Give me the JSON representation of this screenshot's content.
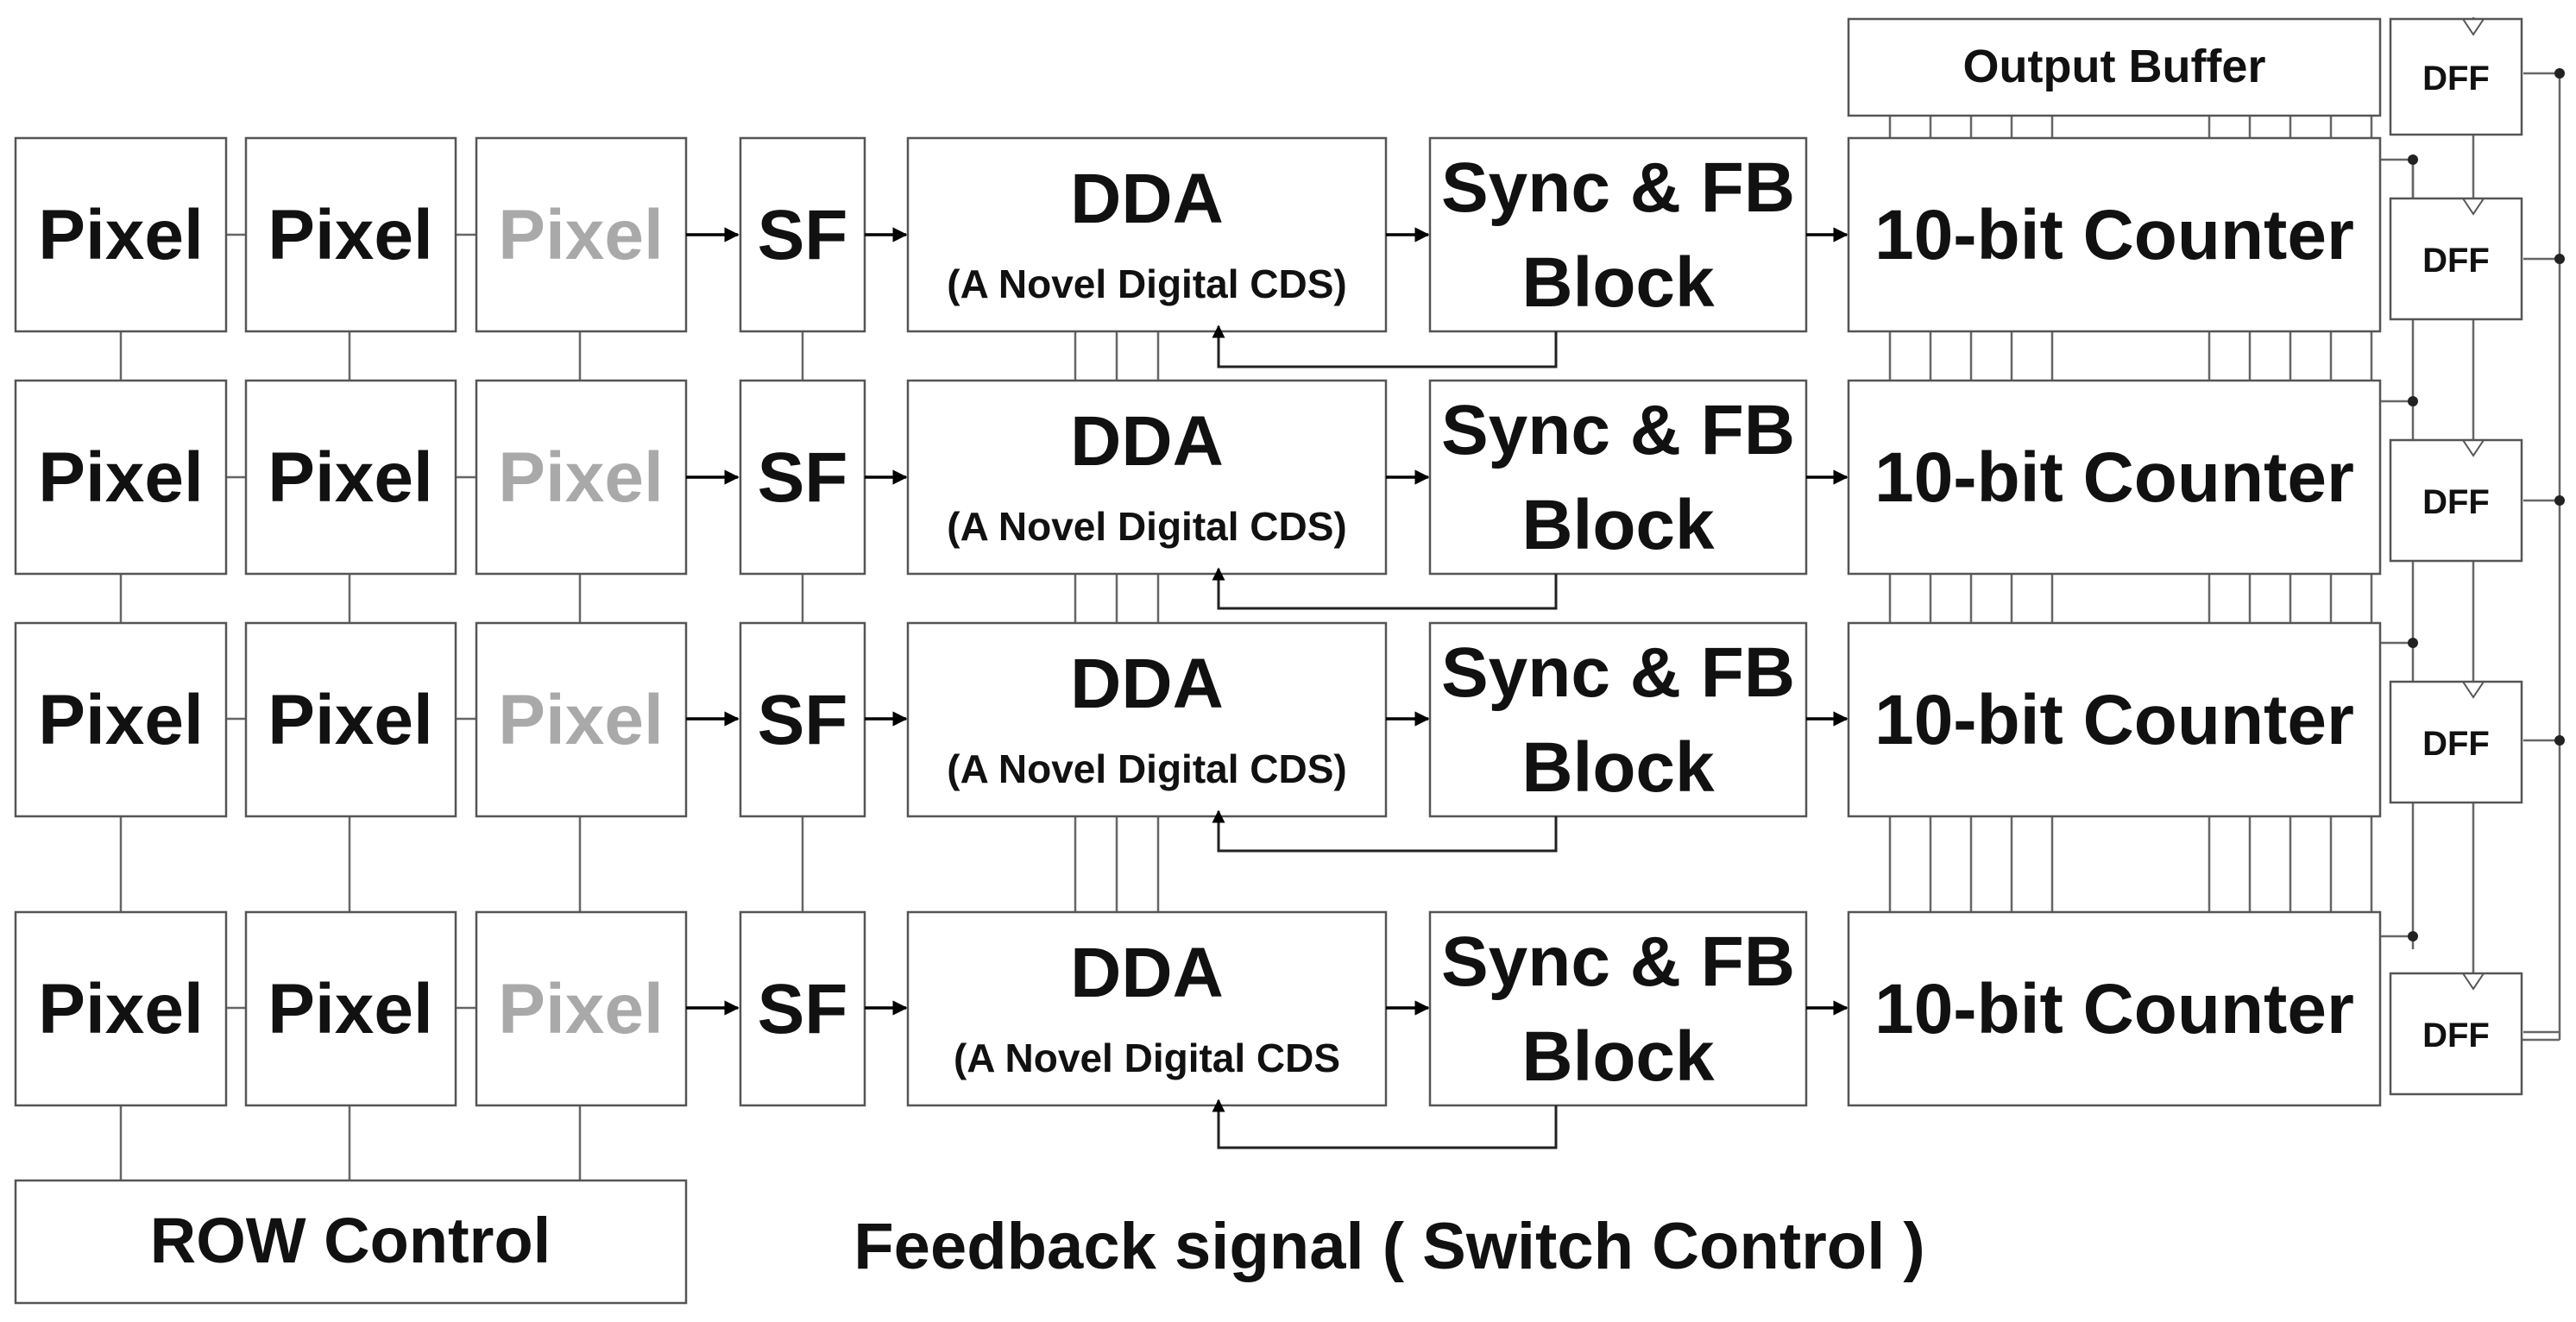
{
  "pixel_columns": [
    "Pixel",
    "Pixel",
    "Pixel"
  ],
  "rows": [
    {
      "pixels": [
        "Pixel",
        "Pixel",
        "Pixel"
      ],
      "sf": "SF",
      "dda_title": "DDA",
      "dda_sub": "(A Novel Digital CDS)",
      "sync_line1": "Sync & FB",
      "sync_line2": "Block",
      "counter": "10-bit Counter",
      "dff": "DFF"
    },
    {
      "pixels": [
        "Pixel",
        "Pixel",
        "Pixel"
      ],
      "sf": "SF",
      "dda_title": "DDA",
      "dda_sub": "(A Novel Digital CDS)",
      "sync_line1": "Sync & FB",
      "sync_line2": "Block",
      "counter": "10-bit Counter",
      "dff": "DFF"
    },
    {
      "pixels": [
        "Pixel",
        "Pixel",
        "Pixel"
      ],
      "sf": "SF",
      "dda_title": "DDA",
      "dda_sub": "(A Novel Digital CDS)",
      "sync_line1": "Sync & FB",
      "sync_line2": "Block",
      "counter": "10-bit Counter",
      "dff": "DFF"
    },
    {
      "pixels": [
        "Pixel",
        "Pixel",
        "Pixel"
      ],
      "sf": "SF",
      "dda_title": "DDA",
      "dda_sub": "(A Novel Digital CDS",
      "sync_line1": "Sync & FB",
      "sync_line2": "Block",
      "counter": "10-bit Counter",
      "dff": "DFF"
    }
  ],
  "output_buffer": {
    "label": "Output Buffer",
    "dff": "DFF"
  },
  "row_control": "ROW Control",
  "feedback_caption": "Feedback signal ( Switch Control )",
  "colors": {
    "line": "#555555",
    "text": "#111111",
    "faded_pixel": "#a9a9a9"
  }
}
